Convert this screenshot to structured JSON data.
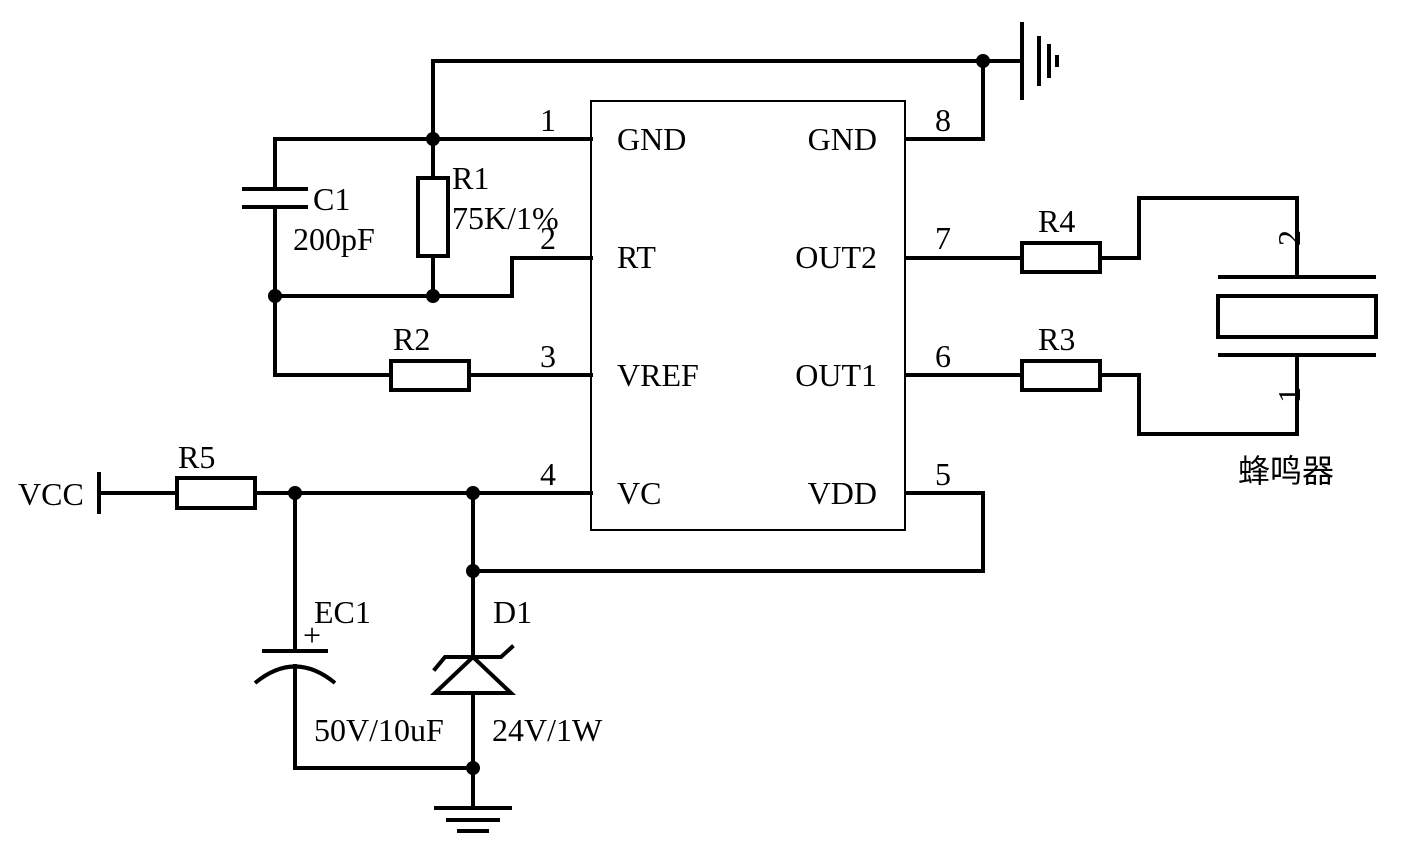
{
  "ic": {
    "pins": [
      {
        "number": "1",
        "name": "GND"
      },
      {
        "number": "2",
        "name": "RT"
      },
      {
        "number": "3",
        "name": "VREF"
      },
      {
        "number": "4",
        "name": "VC"
      },
      {
        "number": "5",
        "name": "VDD"
      },
      {
        "number": "6",
        "name": "OUT1"
      },
      {
        "number": "7",
        "name": "OUT2"
      },
      {
        "number": "8",
        "name": "GND"
      }
    ]
  },
  "components": {
    "c1": {
      "ref": "C1",
      "value": "200pF"
    },
    "r1": {
      "ref": "R1",
      "value": "75K/1%"
    },
    "r2": {
      "ref": "R2"
    },
    "r3": {
      "ref": "R3"
    },
    "r4": {
      "ref": "R4"
    },
    "r5": {
      "ref": "R5"
    },
    "ec1": {
      "ref": "EC1",
      "value": "50V/10uF",
      "polarity": "+"
    },
    "d1": {
      "ref": "D1",
      "value": "24V/1W"
    },
    "buzzer": {
      "name": "蜂鸣器",
      "pin1": "1",
      "pin2": "2"
    }
  },
  "vcc_label": "VCC"
}
